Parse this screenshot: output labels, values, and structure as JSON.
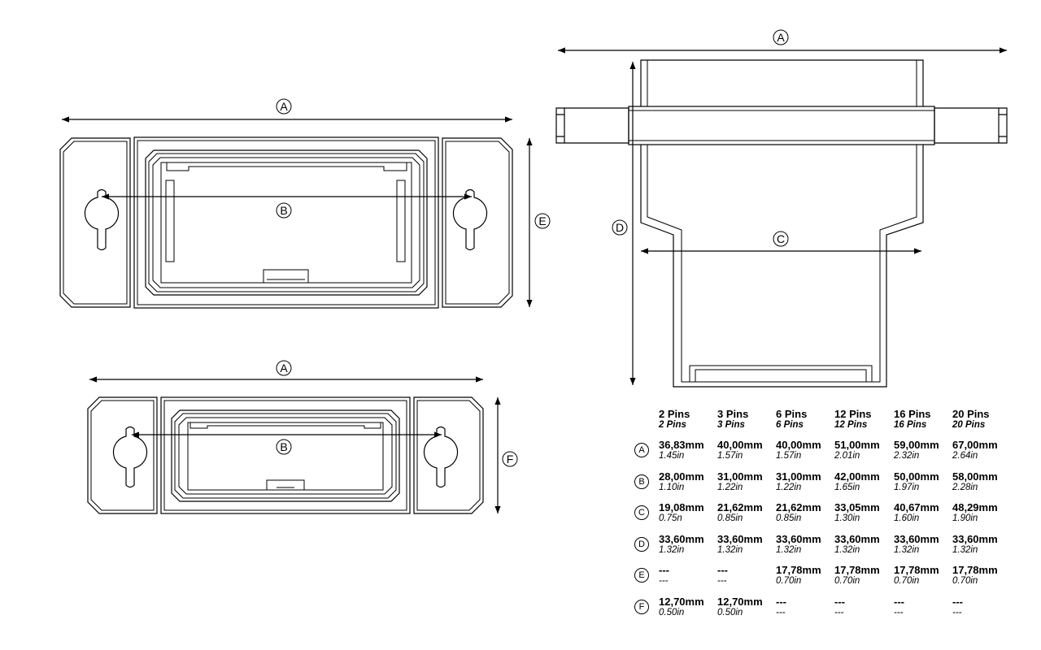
{
  "labels": {
    "A": "A",
    "B": "B",
    "C": "C",
    "D": "D",
    "E": "E",
    "F": "F"
  },
  "table": {
    "columns": [
      {
        "main": "2 Pins",
        "sub": "2 Pins"
      },
      {
        "main": "3 Pins",
        "sub": "3 Pins"
      },
      {
        "main": "6 Pins",
        "sub": "6 Pins"
      },
      {
        "main": "12 Pins",
        "sub": "12 Pins"
      },
      {
        "main": "16 Pins",
        "sub": "16 Pins"
      },
      {
        "main": "20 Pins",
        "sub": "20 Pins"
      }
    ],
    "rows": [
      {
        "label": "A",
        "cells": [
          {
            "main": "36,83mm",
            "sub": "1.45in"
          },
          {
            "main": "40,00mm",
            "sub": "1.57in"
          },
          {
            "main": "40,00mm",
            "sub": "1.57in"
          },
          {
            "main": "51,00mm",
            "sub": "2.01in"
          },
          {
            "main": "59,00mm",
            "sub": "2.32in"
          },
          {
            "main": "67,00mm",
            "sub": "2.64in"
          }
        ]
      },
      {
        "label": "B",
        "cells": [
          {
            "main": "28,00mm",
            "sub": "1.10in"
          },
          {
            "main": "31,00mm",
            "sub": "1.22in"
          },
          {
            "main": "31,00mm",
            "sub": "1.22in"
          },
          {
            "main": "42,00mm",
            "sub": "1.65in"
          },
          {
            "main": "50,00mm",
            "sub": "1.97in"
          },
          {
            "main": "58,00mm",
            "sub": "2.28in"
          }
        ]
      },
      {
        "label": "C",
        "cells": [
          {
            "main": "19,08mm",
            "sub": "0.75n"
          },
          {
            "main": "21,62mm",
            "sub": "0.85in"
          },
          {
            "main": "21,62mm",
            "sub": "0.85in"
          },
          {
            "main": "33,05mm",
            "sub": "1.30in"
          },
          {
            "main": "40,67mm",
            "sub": "1.60in"
          },
          {
            "main": "48,29mm",
            "sub": "1.90in"
          }
        ]
      },
      {
        "label": "D",
        "cells": [
          {
            "main": "33,60mm",
            "sub": "1.32in"
          },
          {
            "main": "33,60mm",
            "sub": "1.32in"
          },
          {
            "main": "33,60mm",
            "sub": "1.32in"
          },
          {
            "main": "33,60mm",
            "sub": "1.32in"
          },
          {
            "main": "33,60mm",
            "sub": "1.32in"
          },
          {
            "main": "33,60mm",
            "sub": "1.32in"
          }
        ]
      },
      {
        "label": "E",
        "cells": [
          {
            "main": "---",
            "sub": "---"
          },
          {
            "main": "---",
            "sub": "---"
          },
          {
            "main": "17,78mm",
            "sub": "0.70in"
          },
          {
            "main": "17,78mm",
            "sub": "0.70in"
          },
          {
            "main": "17,78mm",
            "sub": "0.70in"
          },
          {
            "main": "17,78mm",
            "sub": "0.70in"
          }
        ]
      },
      {
        "label": "F",
        "cells": [
          {
            "main": "12,70mm",
            "sub": "0.50in"
          },
          {
            "main": "12,70mm",
            "sub": "0.50in"
          },
          {
            "main": "---",
            "sub": "---"
          },
          {
            "main": "---",
            "sub": "---"
          },
          {
            "main": "---",
            "sub": "---"
          },
          {
            "main": "---",
            "sub": "---"
          }
        ]
      }
    ]
  }
}
